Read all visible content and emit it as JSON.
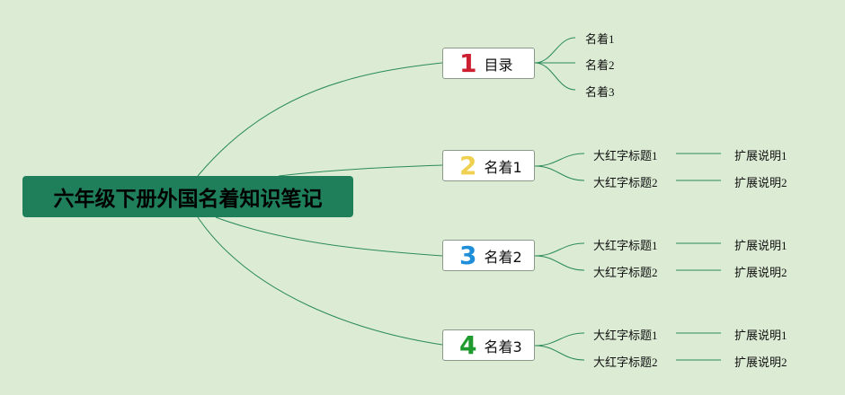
{
  "root": {
    "title": "六年级下册外国名着知识笔记"
  },
  "colors": {
    "background": "#dcebd4",
    "root_fill": "#1f7f5b",
    "line": "#2a8a5a"
  },
  "branches": [
    {
      "number": "1",
      "number_color": "#cc1f2f",
      "label": "目录",
      "children": [
        "名着1",
        "名着2",
        "名着3"
      ]
    },
    {
      "number": "2",
      "number_color": "#f0d050",
      "label": "名着1",
      "children": [
        {
          "title": "大红字标题1",
          "note": "扩展说明1"
        },
        {
          "title": "大红字标题2",
          "note": "扩展说明2"
        }
      ]
    },
    {
      "number": "3",
      "number_color": "#1e8ed8",
      "label": "名着2",
      "children": [
        {
          "title": "大红字标题1",
          "note": "扩展说明1"
        },
        {
          "title": "大红字标题2",
          "note": "扩展说明2"
        }
      ]
    },
    {
      "number": "4",
      "number_color": "#1f9a2f",
      "label": "名着3",
      "children": [
        {
          "title": "大红字标题1",
          "note": "扩展说明1"
        },
        {
          "title": "大红字标题2",
          "note": "扩展说明2"
        }
      ]
    }
  ]
}
